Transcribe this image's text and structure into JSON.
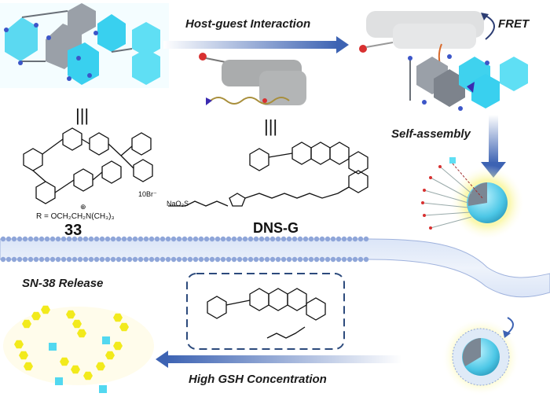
{
  "labels": {
    "host_guest": "Host-guest Interaction",
    "fret": "FRET",
    "self_assembly": "Self-assembly",
    "release": "SN-38 Release",
    "gsh": "High GSH Concentration"
  },
  "compounds": {
    "host_id": "33",
    "guest_id": "DNS-G",
    "r_definition": "R = OCH₂CH₂N(CH₃)₃",
    "counterion": "10Br⁻",
    "equiv_symbol": "|||",
    "sulfonate": "NaO₃S",
    "charge": "⊕"
  },
  "colors": {
    "arrow_blue": "#3d63b3",
    "cyan": "#52d8f0",
    "yellow": "#f2ea1c",
    "membrane": "#8fa6d9"
  },
  "icons": {
    "host_model": "macrocycle-3d-model",
    "guest_model": "amphiphile-chain-model",
    "complex_model": "host-guest-complex-model",
    "micelle": "micelle-nanoparticle",
    "membrane": "cell-membrane-bilayer",
    "drug": "released-drug-particles"
  }
}
